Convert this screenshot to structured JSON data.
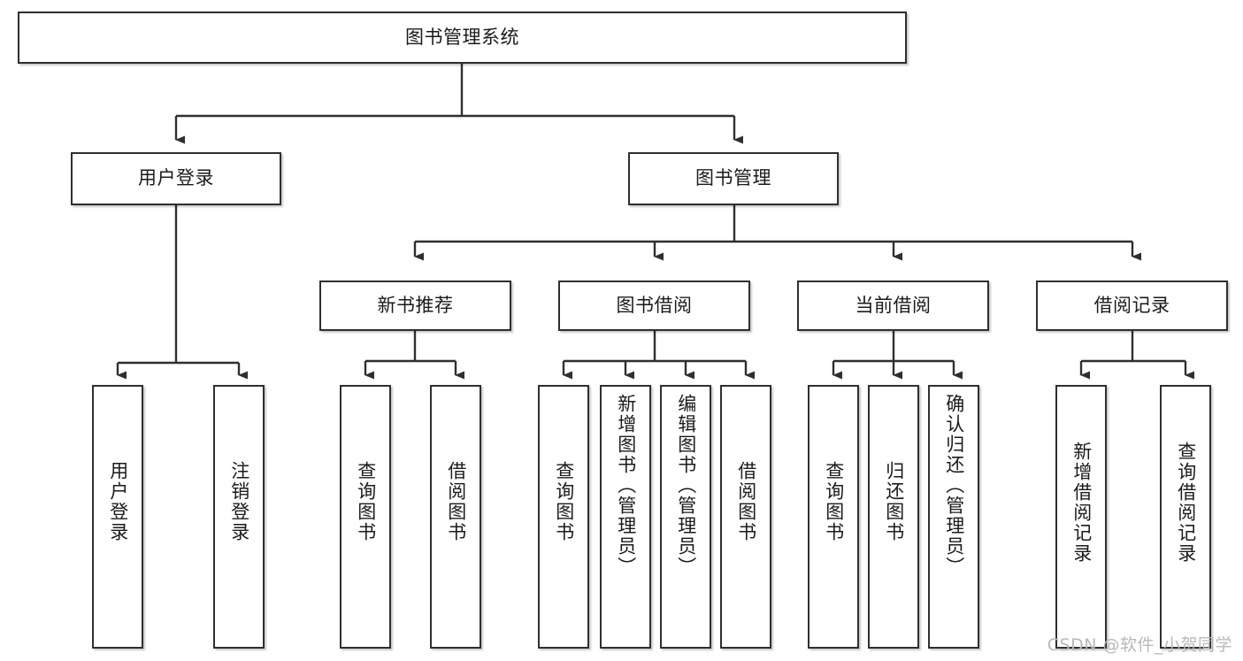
{
  "diagram": {
    "title": "图书管理系统",
    "type": "tree",
    "watermark": "CSDN @软件_小贺同学",
    "colors": {
      "box_border": "#2f2f2f",
      "box_fill": "#ffffff",
      "edge": "#2f2f2f",
      "text": "#1b1b1b",
      "watermark": "#b9b9b9"
    },
    "nodes": {
      "root": {
        "label": "图书管理系统"
      },
      "level2": [
        {
          "id": "user-login",
          "label": "用户登录"
        },
        {
          "id": "book-manage",
          "label": "图书管理"
        }
      ],
      "level3": [
        {
          "id": "new-book-rec",
          "label": "新书推荐"
        },
        {
          "id": "book-borrow",
          "label": "图书借阅"
        },
        {
          "id": "current-borrow",
          "label": "当前借阅"
        },
        {
          "id": "borrow-record",
          "label": "借阅记录"
        }
      ],
      "leaves": {
        "user-login": [
          {
            "id": "leaf-user-login",
            "label": "用户登录"
          },
          {
            "id": "leaf-logout-login",
            "label": "注销登录"
          }
        ],
        "new-book-rec": [
          {
            "id": "leaf-query-book-1",
            "label": "查询图书"
          },
          {
            "id": "leaf-borrow-book-1",
            "label": "借阅图书"
          }
        ],
        "book-borrow": [
          {
            "id": "leaf-query-book-2",
            "label": "查询图书"
          },
          {
            "id": "leaf-add-book",
            "label": "新增图书（管理员）"
          },
          {
            "id": "leaf-edit-book",
            "label": "编辑图书（管理员）"
          },
          {
            "id": "leaf-borrow-book-2",
            "label": "借阅图书"
          }
        ],
        "current-borrow": [
          {
            "id": "leaf-query-book-3",
            "label": "查询图书"
          },
          {
            "id": "leaf-return-book",
            "label": "归还图书"
          },
          {
            "id": "leaf-confirm-return",
            "label": "确认归还（管理员）"
          }
        ],
        "borrow-record": [
          {
            "id": "leaf-add-record",
            "label": "新增借阅记录"
          },
          {
            "id": "leaf-query-record",
            "label": "查询借阅记录"
          }
        ]
      }
    }
  }
}
